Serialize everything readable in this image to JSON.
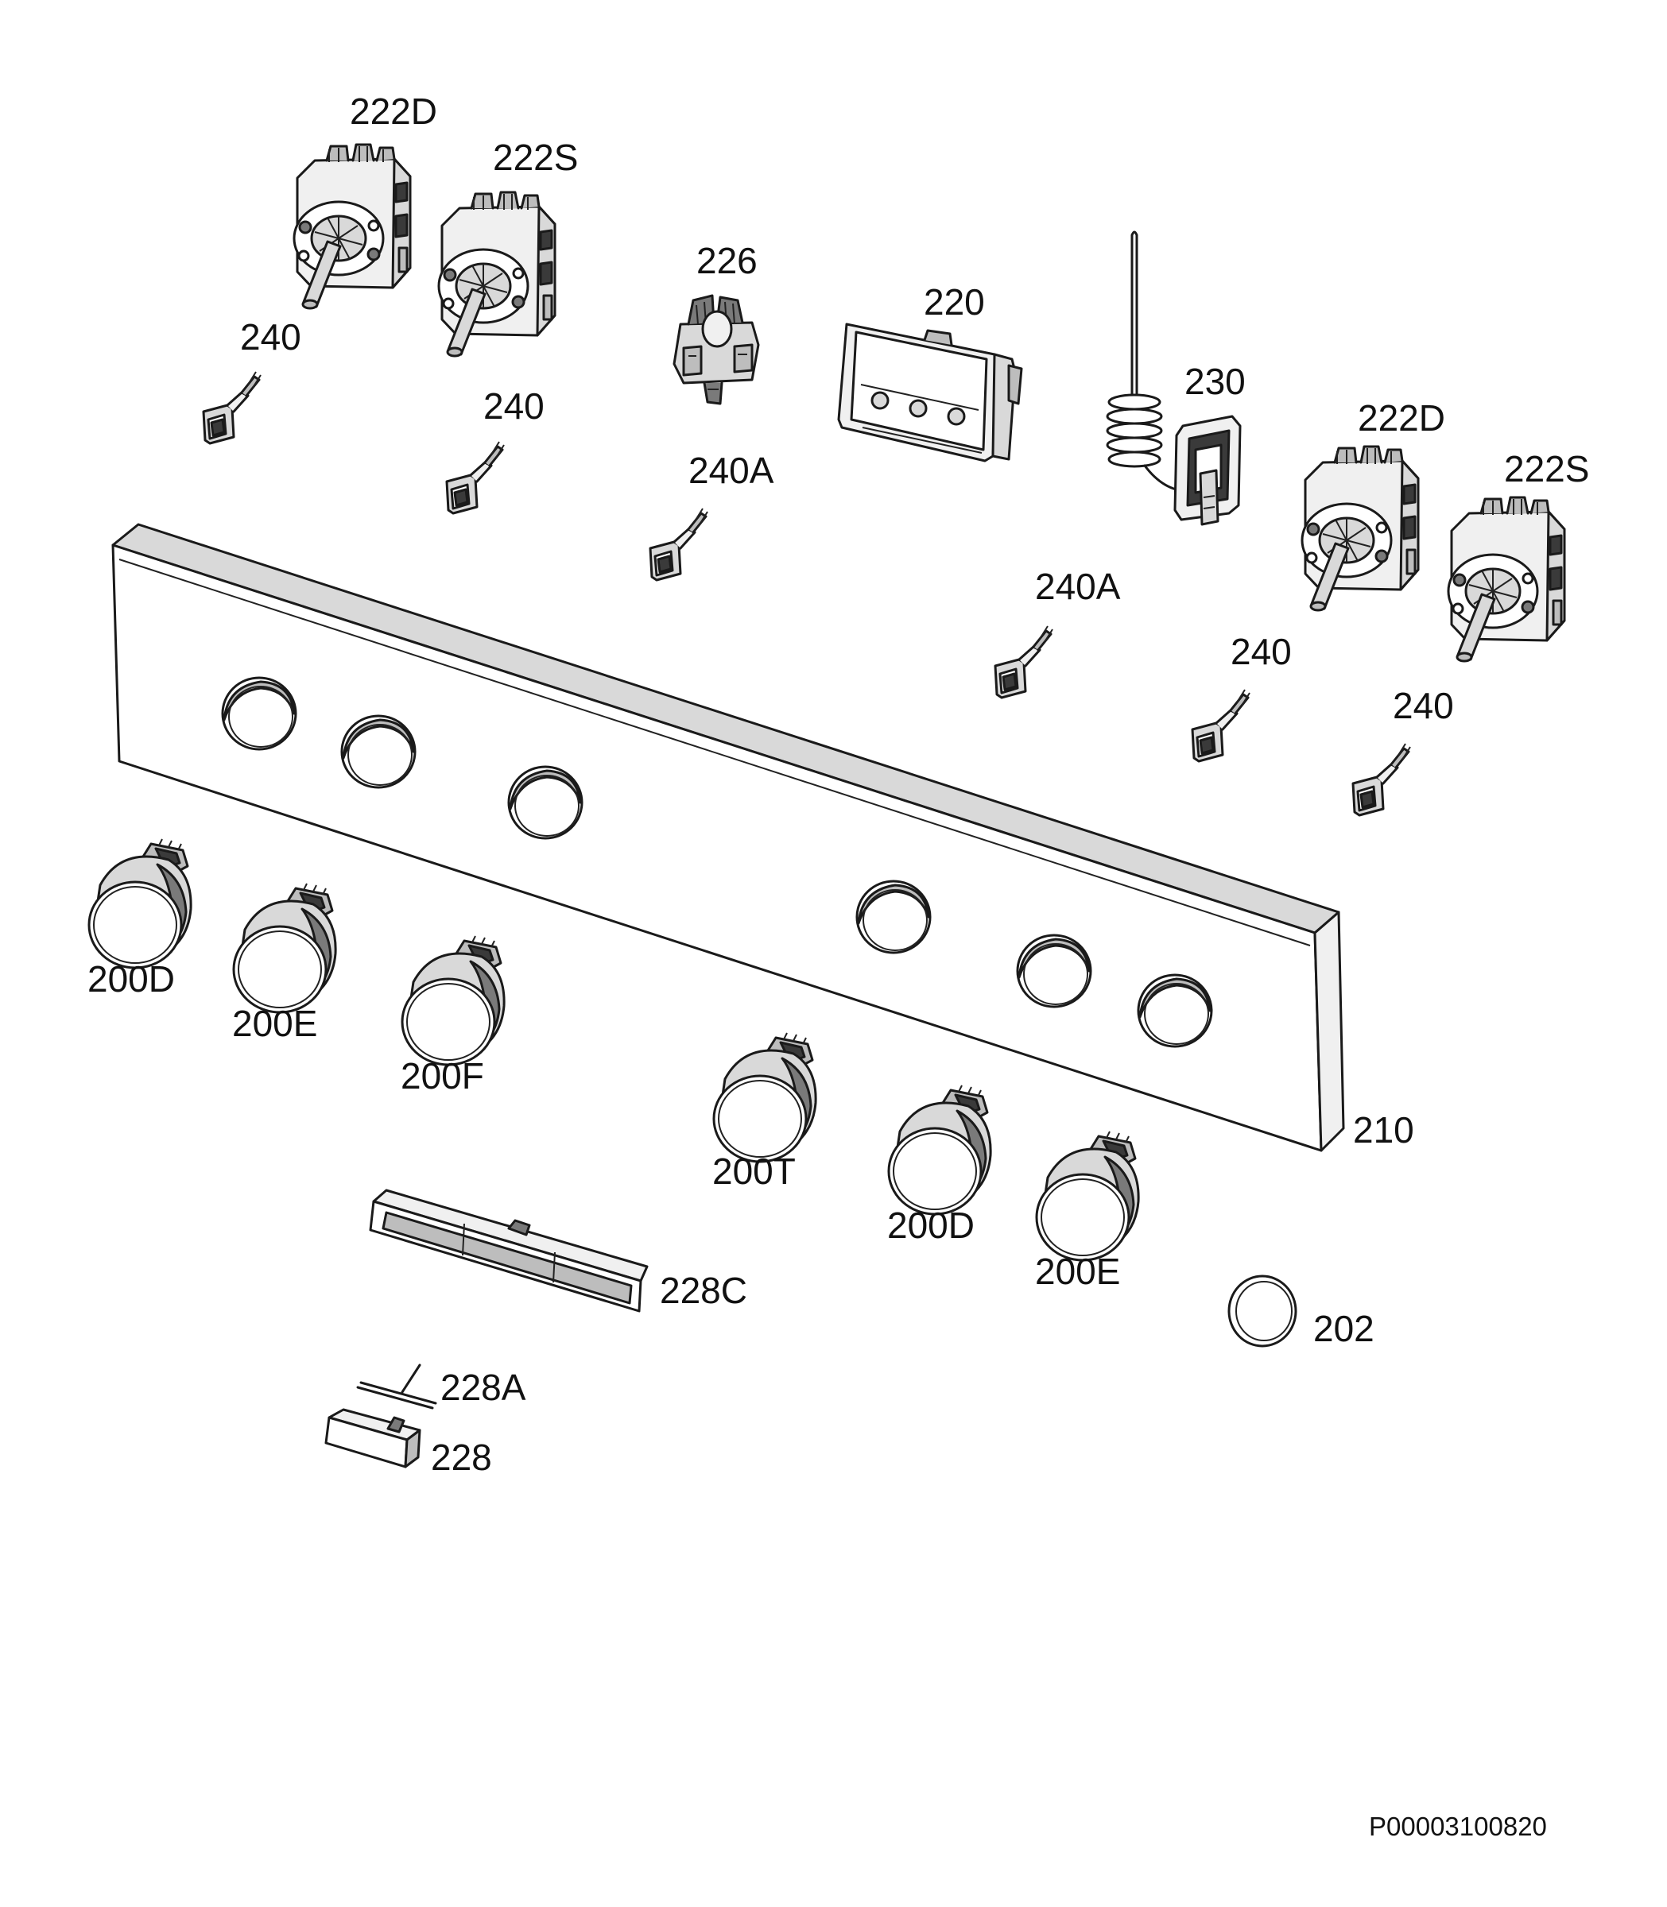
{
  "diagram": {
    "doc_code": "P00003100820",
    "labels": {
      "sw_222D_a": "222D",
      "sw_222S_a": "222S",
      "sw_222D_b": "222D",
      "sw_222S_b": "222S",
      "sw_226": "226",
      "housing_220": "220",
      "thermostat_230": "230",
      "lamp_240_a": "240",
      "lamp_240_b": "240",
      "lamp_240_c": "240",
      "lamp_240_d": "240",
      "lamp_240A_a": "240A",
      "lamp_240A_b": "240A",
      "panel_210": "210",
      "knob_200D_a": "200D",
      "knob_200E_a": "200E",
      "knob_200F": "200F",
      "knob_200T": "200T",
      "knob_200D_b": "200D",
      "knob_200E_b": "200E",
      "ring_202": "202",
      "bar_228C": "228C",
      "rod_228A": "228A",
      "block_228": "228"
    }
  }
}
